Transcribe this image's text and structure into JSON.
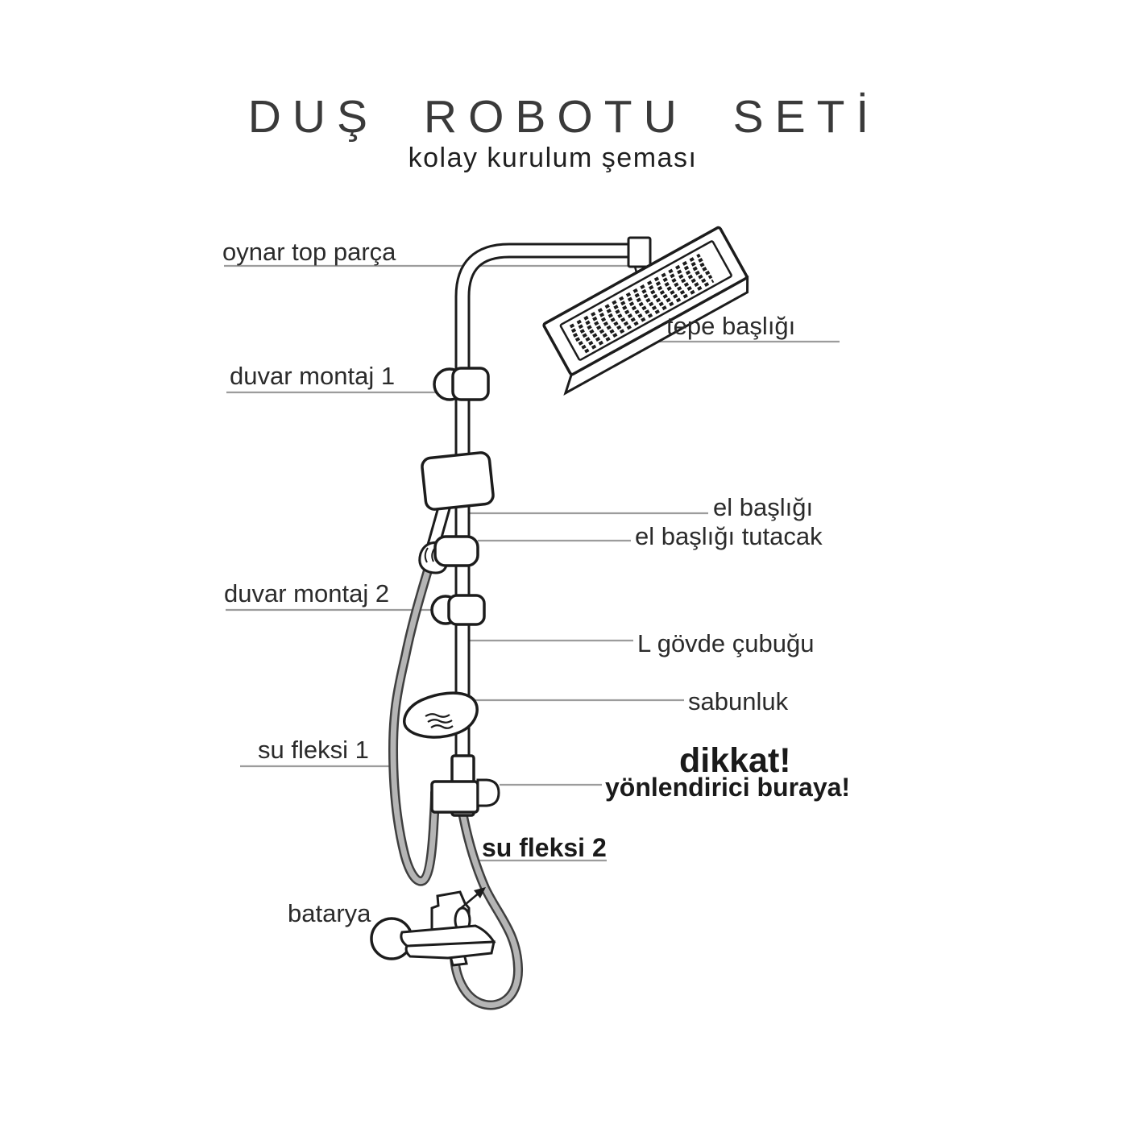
{
  "title": {
    "text": "DUŞ ROBOTU SETİ",
    "subtitle": "kolay kurulum şeması"
  },
  "labels": {
    "oynar_top_parca": "oynar top parça",
    "tepe_basligi": "tepe başlığı",
    "duvar_montaj_1": "duvar montaj 1",
    "el_basligi": "el başlığı",
    "el_basligi_tutacak": "el başlığı tutacak",
    "duvar_montaj_2": "duvar montaj 2",
    "l_govde_cubugu": "L gövde çubuğu",
    "sabunluk": "sabunluk",
    "su_fleksi_1": "su fleksi 1",
    "dikkat": "dikkat!",
    "yonlendirici": "yönlendirici buraya!",
    "su_fleksi_2": "su fleksi 2",
    "batarya": "batarya"
  },
  "colors": {
    "background": "#ffffff",
    "ink": "#2b2b2b",
    "title_ink": "#3a3a3a",
    "drawing_line": "#1c1c1c",
    "leader_line": "#9c9c9c",
    "hose_edge": "#3f3f3f",
    "hose_fill": "#b5b5b5"
  }
}
